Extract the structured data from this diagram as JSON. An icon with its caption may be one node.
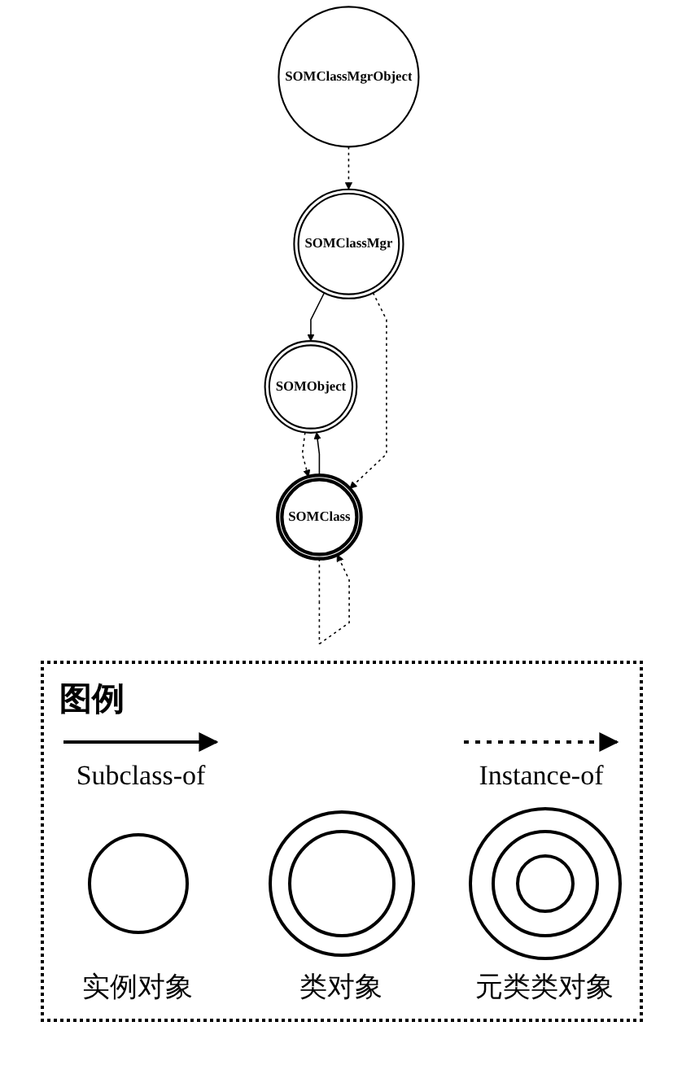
{
  "diagram": {
    "nodes": [
      {
        "text": [
          "SOMObject"
        ]
      },
      {
        "text": [
          "SOMClassMgr"
        ]
      },
      {
        "text": [
          "SOMClass"
        ]
      },
      {
        "text": [
          "SOMClassMgrObject"
        ]
      }
    ],
    "edges": [
      {
        "from": 1,
        "to": 0,
        "arrow": "to"
      },
      {
        "from": 2,
        "to": 0,
        "arrow": "to"
      },
      {
        "from": 0,
        "to": 2,
        "arrow": "to",
        "style": "dashed"
      },
      {
        "from": 1,
        "to": 2,
        "arrow": "to",
        "style": "dashed"
      },
      {
        "from": 2,
        "to": 2,
        "arrow": "to",
        "style": "dashed"
      },
      {
        "from": 3,
        "to": 1,
        "arrow": "to",
        "style": "dashed"
      }
    ],
    "labels": [
      "图例"
    ],
    "legend": [
      {
        "text": "Subclass-of"
      },
      {
        "text": "Instance-of"
      },
      {
        "text": "实例对象"
      },
      {
        "text": "类对象"
      },
      {
        "text": "元类类对象"
      }
    ]
  }
}
